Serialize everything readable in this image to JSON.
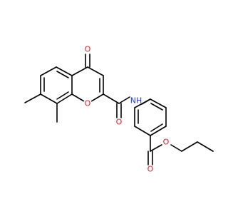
{
  "molecule": {
    "atoms": {
      "o_ketone": "O",
      "o_ring": "O",
      "nh": "NH",
      "o_amide": "O",
      "o_ester_carbonyl": "O",
      "o_ester": "O"
    }
  },
  "colors": {
    "bond": "#000000",
    "oxygen": "#e8182b",
    "nitrogen": "#2338d6",
    "background": "#ffffff"
  }
}
